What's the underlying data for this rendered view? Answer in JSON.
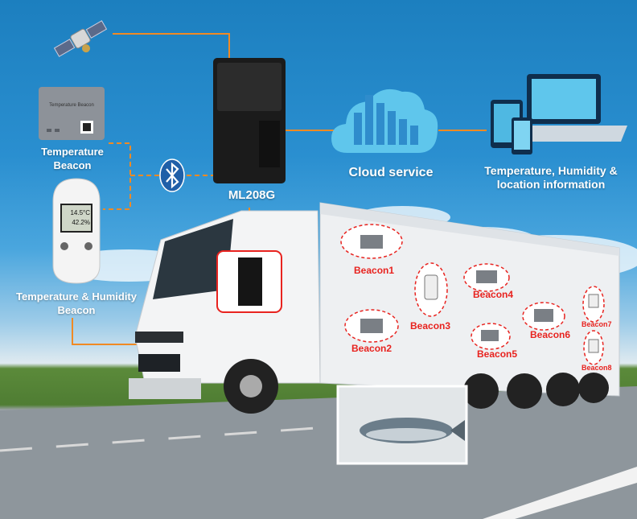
{
  "labels": {
    "temp_beacon": "Temperature\nBeacon",
    "temp_hum_beacon": "Temperature & Humidity\nBeacon",
    "gateway": "ML208G",
    "cloud": "Cloud service",
    "info": "Temperature, Humidity &\nlocation information",
    "device_header": "Temperature Beacon",
    "screen_temp": "14.5°C",
    "screen_hum": "42.2%"
  },
  "beacons": [
    "Beacon1",
    "Beacon2",
    "Beacon3",
    "Beacon4",
    "Beacon5",
    "Beacon6",
    "Beacon7",
    "Beacon8"
  ],
  "colors": {
    "connector": "#f08a24",
    "beacon_label": "#e8231f",
    "sky": "#2a8fd0"
  },
  "icons": [
    "satellite-icon",
    "bluetooth-icon",
    "cloud-icon",
    "devices-icon"
  ]
}
